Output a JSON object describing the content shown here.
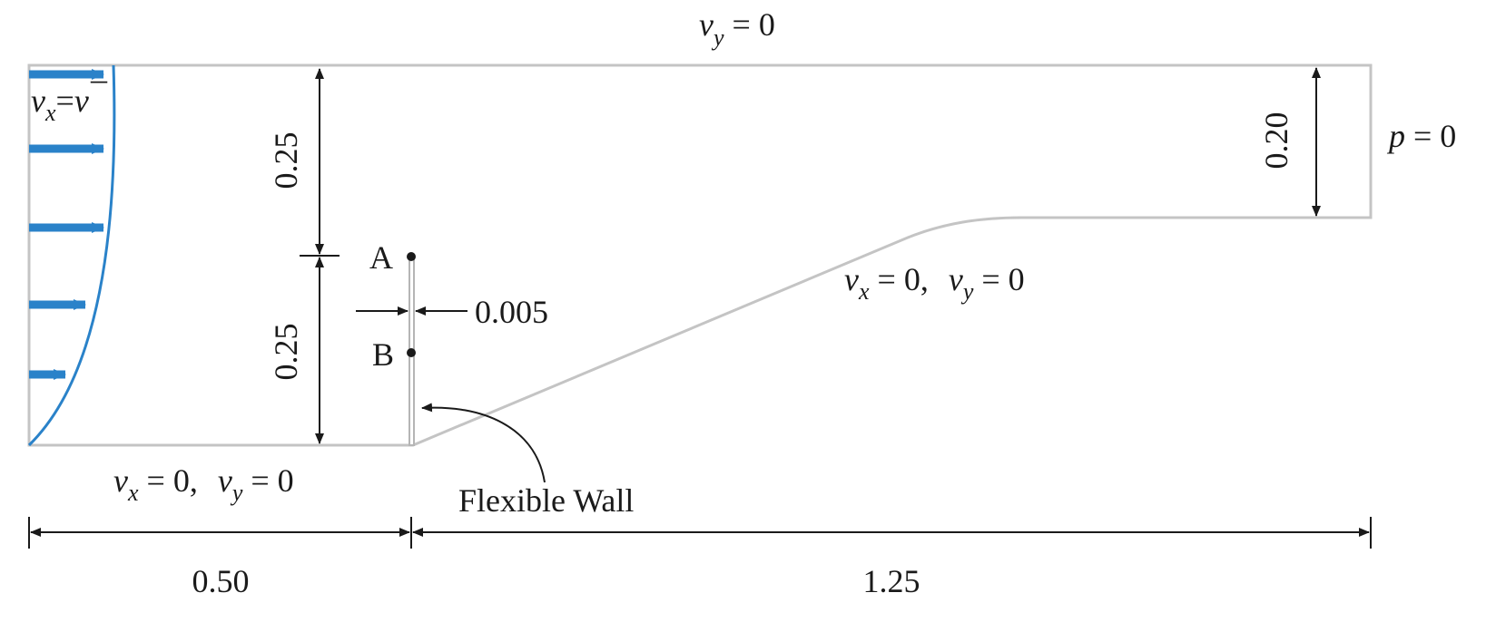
{
  "boundary": {
    "top": {
      "v": "v",
      "sub": "y",
      "rest": " = 0"
    },
    "outlet": {
      "p": "p",
      "rest": " = 0"
    },
    "inlet": {
      "v": "v",
      "sub": "x",
      "eq": "=",
      "vbar": "v",
      "bar": "–"
    },
    "bottom_wall": {
      "v1": "v",
      "s1": "x",
      "r1": " = 0,",
      "v2": "v",
      "s2": "y",
      "r2": " = 0"
    },
    "ramp_wall": {
      "v1": "v",
      "s1": "x",
      "r1": " = 0,",
      "v2": "v",
      "s2": "y",
      "r2": " = 0"
    }
  },
  "dimensions": {
    "upper_height": "0.25",
    "lower_height": "0.25",
    "outlet_height": "0.20",
    "wall_thickness": "0.005",
    "inlet_length": "0.50",
    "downstream_length": "1.25"
  },
  "points": {
    "a": "A",
    "b": "B"
  },
  "callout": {
    "flexible_wall": "Flexible Wall"
  },
  "colors": {
    "domain_outline": "#c4c4c4",
    "inflow": "#2a82c9",
    "dimension": "#1a1a1a"
  }
}
